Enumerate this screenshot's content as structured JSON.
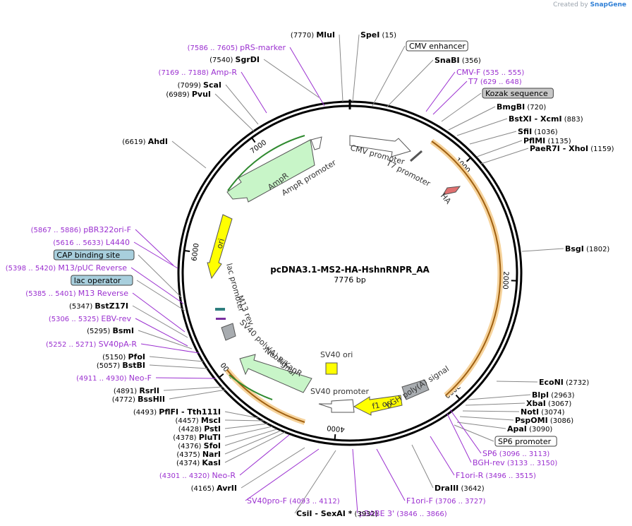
{
  "branding": {
    "created_by": "Created by",
    "product": "SnapGene"
  },
  "plasmid": {
    "name": "pcDNA3.1-MS2-HA-HshnRNPR_AA",
    "length_label": "7776 bp",
    "length_bp": 7776
  },
  "colors": {
    "cut_site": "#000000",
    "primer": "#9b30d0",
    "feature_box_bg": "#ffffff",
    "highlight_box_bg": "#c7c7c7",
    "blue_box_bg": "#a8cfdd",
    "orf_orange": "#f1b967",
    "promoter_fill": "#ffffff",
    "ori_fill": "#ffff00",
    "neo_fill": "#c8f5c8",
    "ampR_fill": "#c8f5c8"
  },
  "ticks": [
    "1000",
    "2000",
    "3000",
    "4000",
    "5000",
    "6000",
    "7000"
  ],
  "features_inner": [
    "CMV promoter",
    "T7 promoter",
    "HA",
    "AmpR promoter",
    "AmpR",
    "ori",
    "lac promoter",
    "M13 rev",
    "SV40 poly(A) signal",
    "NeoR/KanR",
    "SV40 promoter",
    "SV40 ori",
    "f1 ori",
    "bGH poly(A) signal"
  ],
  "labels": [
    {
      "text": "MluI",
      "pos": "(7770)",
      "kind": "enzyme"
    },
    {
      "text": "SpeI",
      "pos": "(15)",
      "kind": "enzyme"
    },
    {
      "text": "CMV enhancer",
      "kind": "box"
    },
    {
      "text": "SnaBI",
      "pos": "(356)",
      "kind": "enzyme"
    },
    {
      "text": "CMV-F",
      "pos": "(535 .. 555)",
      "kind": "primer"
    },
    {
      "text": "T7",
      "pos": "(629 .. 648)",
      "kind": "primer"
    },
    {
      "text": "Kozak sequence",
      "kind": "box-gray"
    },
    {
      "text": "BmgBI",
      "pos": "(720)",
      "kind": "enzyme"
    },
    {
      "text": "BstXI - XcmI",
      "pos": "(883)",
      "kind": "enzyme"
    },
    {
      "text": "SfiI",
      "pos": "(1036)",
      "kind": "enzyme"
    },
    {
      "text": "PflMI",
      "pos": "(1135)",
      "kind": "enzyme"
    },
    {
      "text": "PaeR7I - XhoI",
      "pos": "(1159)",
      "kind": "enzyme"
    },
    {
      "text": "BsgI",
      "pos": "(1802)",
      "kind": "enzyme"
    },
    {
      "text": "EcoNI",
      "pos": "(2732)",
      "kind": "enzyme"
    },
    {
      "text": "BlpI",
      "pos": "(2963)",
      "kind": "enzyme"
    },
    {
      "text": "XbaI",
      "pos": "(3067)",
      "kind": "enzyme"
    },
    {
      "text": "NotI",
      "pos": "(3074)",
      "kind": "enzyme"
    },
    {
      "text": "PspOMI",
      "pos": "(3086)",
      "kind": "enzyme"
    },
    {
      "text": "ApaI",
      "pos": "(3090)",
      "kind": "enzyme"
    },
    {
      "text": "SP6 promoter",
      "kind": "box"
    },
    {
      "text": "SP6",
      "pos": "(3096 .. 3113)",
      "kind": "primer"
    },
    {
      "text": "BGH-rev",
      "pos": "(3133 .. 3150)",
      "kind": "primer"
    },
    {
      "text": "F1ori-R",
      "pos": "(3496 .. 3515)",
      "kind": "primer"
    },
    {
      "text": "DraIII",
      "pos": "(3642)",
      "kind": "enzyme"
    },
    {
      "text": "F1ori-F",
      "pos": "(3706 .. 3727)",
      "kind": "primer"
    },
    {
      "text": "pBABE 3'",
      "pos": "(3846 .. 3866)",
      "kind": "primer"
    },
    {
      "text": "CsiI - SexAI *",
      "pos": "(3932)",
      "kind": "enzyme"
    },
    {
      "text": "SV40pro-F",
      "pos": "(4093 .. 4112)",
      "kind": "primer"
    },
    {
      "text": "AvrII",
      "pos": "(4165)",
      "kind": "enzyme"
    },
    {
      "text": "Neo-R",
      "pos": "(4301 .. 4320)",
      "kind": "primer"
    },
    {
      "text": "KasI",
      "pos": "(4374)",
      "kind": "enzyme"
    },
    {
      "text": "NarI",
      "pos": "(4375)",
      "kind": "enzyme"
    },
    {
      "text": "SfoI",
      "pos": "(4376)",
      "kind": "enzyme"
    },
    {
      "text": "PluTI",
      "pos": "(4378)",
      "kind": "enzyme"
    },
    {
      "text": "PstI",
      "pos": "(4428)",
      "kind": "enzyme"
    },
    {
      "text": "MscI",
      "pos": "(4457)",
      "kind": "enzyme"
    },
    {
      "text": "PflFI - Tth111I",
      "pos": "(4493)",
      "kind": "enzyme"
    },
    {
      "text": "BssHII",
      "pos": "(4772)",
      "kind": "enzyme"
    },
    {
      "text": "RsrII",
      "pos": "(4891)",
      "kind": "enzyme"
    },
    {
      "text": "Neo-F",
      "pos": "(4911 .. 4930)",
      "kind": "primer"
    },
    {
      "text": "BstBI",
      "pos": "(5057)",
      "kind": "enzyme"
    },
    {
      "text": "PfoI",
      "pos": "(5150)",
      "kind": "enzyme"
    },
    {
      "text": "SV40pA-R",
      "pos": "(5252 .. 5271)",
      "kind": "primer"
    },
    {
      "text": "BsmI",
      "pos": "(5295)",
      "kind": "enzyme"
    },
    {
      "text": "EBV-rev",
      "pos": "(5306 .. 5325)",
      "kind": "primer"
    },
    {
      "text": "BstZ17I",
      "pos": "(5347)",
      "kind": "enzyme"
    },
    {
      "text": "M13 Reverse",
      "pos": "(5385 .. 5401)",
      "kind": "primer"
    },
    {
      "text": "lac operator",
      "kind": "box-blue"
    },
    {
      "text": "M13/pUC Reverse",
      "pos": "(5398 .. 5420)",
      "kind": "primer"
    },
    {
      "text": "CAP binding site",
      "kind": "box-blue"
    },
    {
      "text": "L4440",
      "pos": "(5616 .. 5633)",
      "kind": "primer"
    },
    {
      "text": "pBR322ori-F",
      "pos": "(5867 .. 5886)",
      "kind": "primer"
    },
    {
      "text": "AhdI",
      "pos": "(6619)",
      "kind": "enzyme"
    },
    {
      "text": "PvuI",
      "pos": "(6989)",
      "kind": "enzyme"
    },
    {
      "text": "ScaI",
      "pos": "(7099)",
      "kind": "enzyme"
    },
    {
      "text": "Amp-R",
      "pos": "(7169 .. 7188)",
      "kind": "primer"
    },
    {
      "text": "SgrDI",
      "pos": "(7540)",
      "kind": "enzyme"
    },
    {
      "text": "pRS-marker",
      "pos": "(7586 .. 7605)",
      "kind": "primer"
    }
  ]
}
